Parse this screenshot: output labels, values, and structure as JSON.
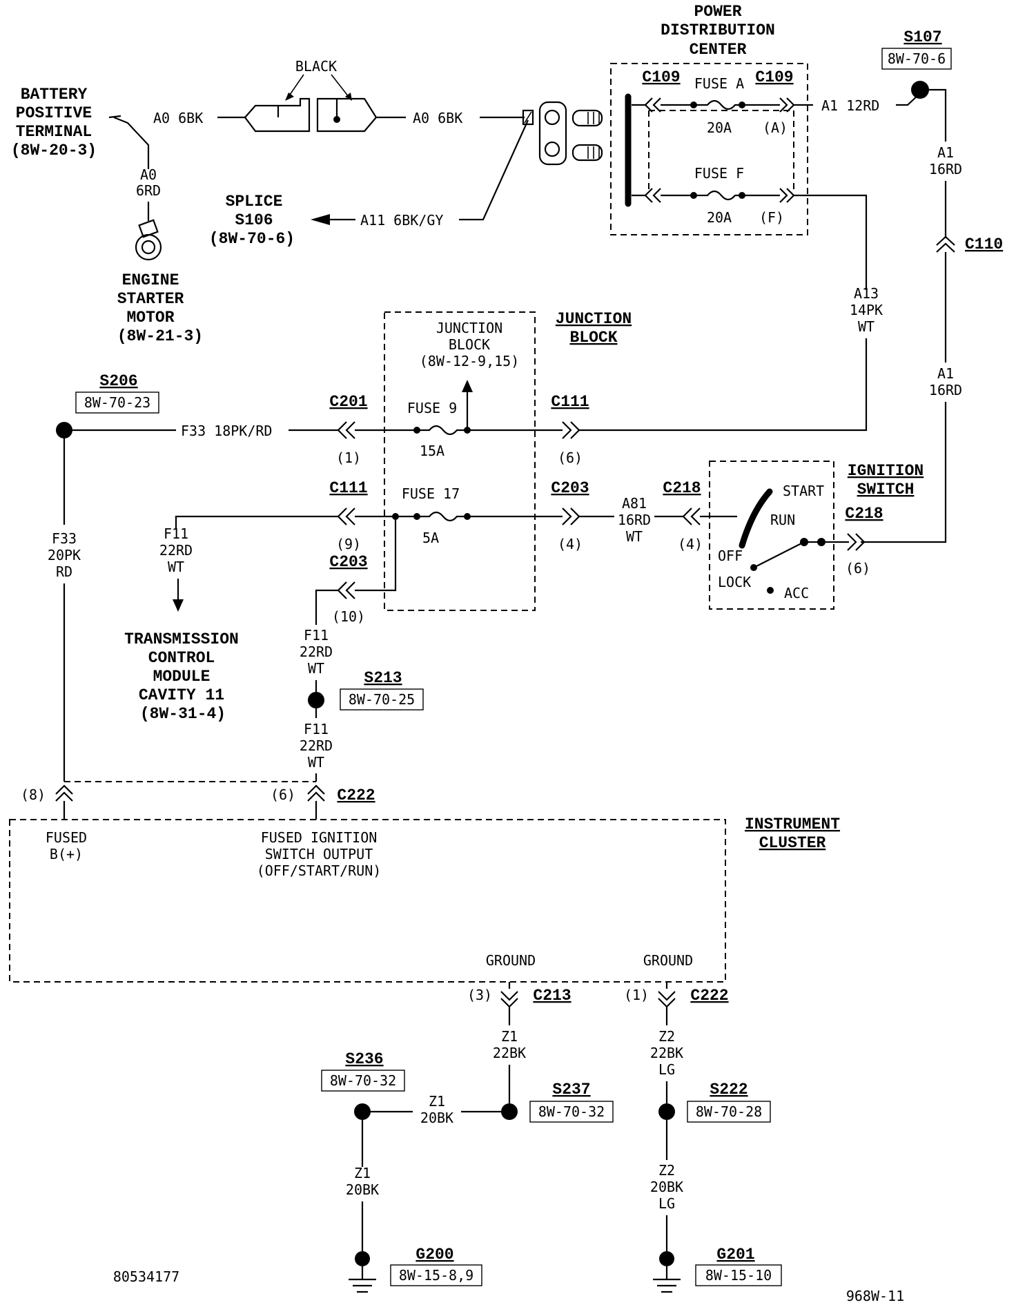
{
  "labels": {
    "pdc_title": [
      "POWER",
      "DISTRIBUTION",
      "CENTER"
    ],
    "battery": [
      "BATTERY",
      "POSITIVE",
      "TERMINAL",
      "(8W-20-3)"
    ],
    "starter": [
      "ENGINE",
      "STARTER",
      "MOTOR",
      "(8W-21-3)"
    ],
    "splice_s106": [
      "SPLICE",
      "S106",
      "(8W-70-6)"
    ],
    "junction_block_title": [
      "JUNCTION",
      "BLOCK"
    ],
    "junction_block_inner": [
      "JUNCTION",
      "BLOCK",
      "(8W-12-9,15)"
    ],
    "ignition_switch_title": [
      "IGNITION",
      "SWITCH"
    ],
    "tcm": [
      "TRANSMISSION",
      "CONTROL",
      "MODULE",
      "CAVITY 11",
      "(8W-31-4)"
    ],
    "instrument_cluster_title": [
      "INSTRUMENT",
      "CLUSTER"
    ],
    "fused_bplus": [
      "FUSED",
      "B(+)"
    ],
    "fused_ign": [
      "FUSED IGNITION",
      "SWITCH OUTPUT",
      "(OFF/START/RUN)"
    ],
    "ground": "GROUND",
    "black": "BLACK"
  },
  "connectors": {
    "c109": "C109",
    "c110": "C110",
    "c111": "C111",
    "c201": "C201",
    "c203": "C203",
    "c218": "C218",
    "c222": "C222",
    "c213": "C213"
  },
  "pins": {
    "a": "(A)",
    "f": "(F)",
    "p1": "(1)",
    "p6": "(6)",
    "p9": "(9)",
    "p4": "(4)",
    "p10": "(10)",
    "p8": "(8)",
    "p3": "(3)"
  },
  "fuses": {
    "fuse_a": "FUSE A",
    "fuse_a_rating": "20A",
    "fuse_f": "FUSE F",
    "fuse_f_rating": "20A",
    "fuse_9": "FUSE 9",
    "fuse_9_rating": "15A",
    "fuse_17": "FUSE 17",
    "fuse_17_rating": "5A"
  },
  "wires": {
    "a0_6bk": "A0 6BK",
    "a0": "A0",
    "rd6": "6RD",
    "a11": "A11 6BK/GY",
    "a1_12rd": "A1 12RD",
    "a1": "A1",
    "rd16": "16RD",
    "a13": "A13",
    "pk14": "14PK",
    "wt": "WT",
    "f33_18": "F33 18PK/RD",
    "f33": "F33",
    "pk20": "20PK",
    "rd": "RD",
    "f11": "F11",
    "rd22": "22RD",
    "a81": "A81",
    "z1": "Z1",
    "bk22": "22BK",
    "bk20": "20BK",
    "z2": "Z2",
    "lg": "LG"
  },
  "splices": {
    "s107": "S107",
    "s107_ref": "8W-70-6",
    "s206": "S206",
    "s206_ref": "8W-70-23",
    "s213": "S213",
    "s213_ref": "8W-70-25",
    "s236": "S236",
    "s236_ref": "8W-70-32",
    "s237": "S237",
    "s237_ref": "8W-70-32",
    "s222": "S222",
    "s222_ref": "8W-70-28",
    "g200": "G200",
    "g200_ref": "8W-15-8,9",
    "g201": "G201",
    "g201_ref": "8W-15-10"
  },
  "switch_positions": {
    "start": "START",
    "run": "RUN",
    "off": "OFF",
    "lock": "LOCK",
    "acc": "ACC"
  },
  "footer": {
    "part_number": "80534177",
    "page_ref": "968W-11"
  }
}
